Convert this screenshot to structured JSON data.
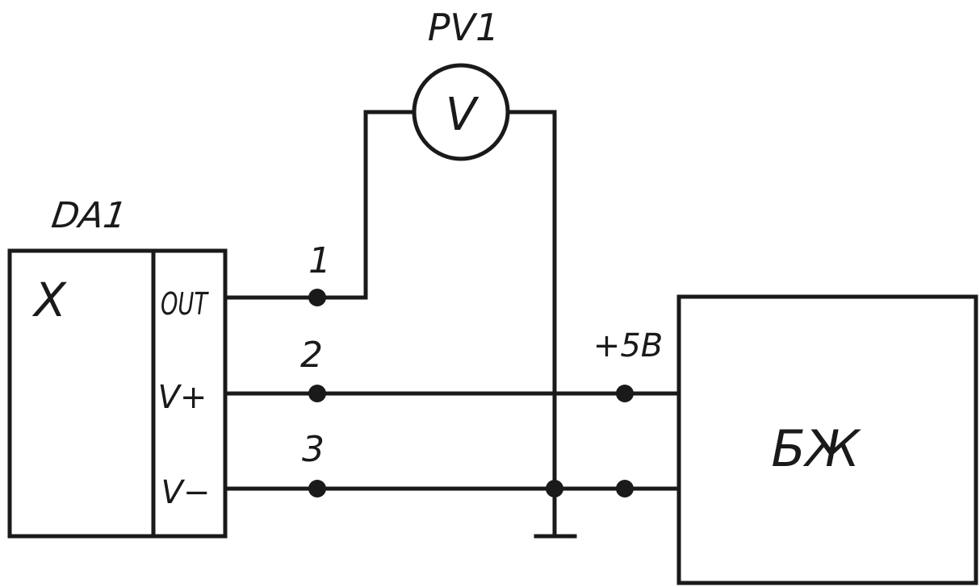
{
  "labels": {
    "voltmeter_ref": "PV1",
    "voltmeter_symbol": "V",
    "sensor_ref": "DA1",
    "sensor_symbol": "X",
    "pin_out": "OUT",
    "pin_vplus": "V+",
    "pin_vminus": "V−",
    "terminal_1": "1",
    "terminal_2": "2",
    "terminal_3": "3",
    "supply_voltage": "+5B",
    "power_block": "БЖ"
  },
  "colors": {
    "ink": "#1a1a1a",
    "background": "#ffffff"
  }
}
